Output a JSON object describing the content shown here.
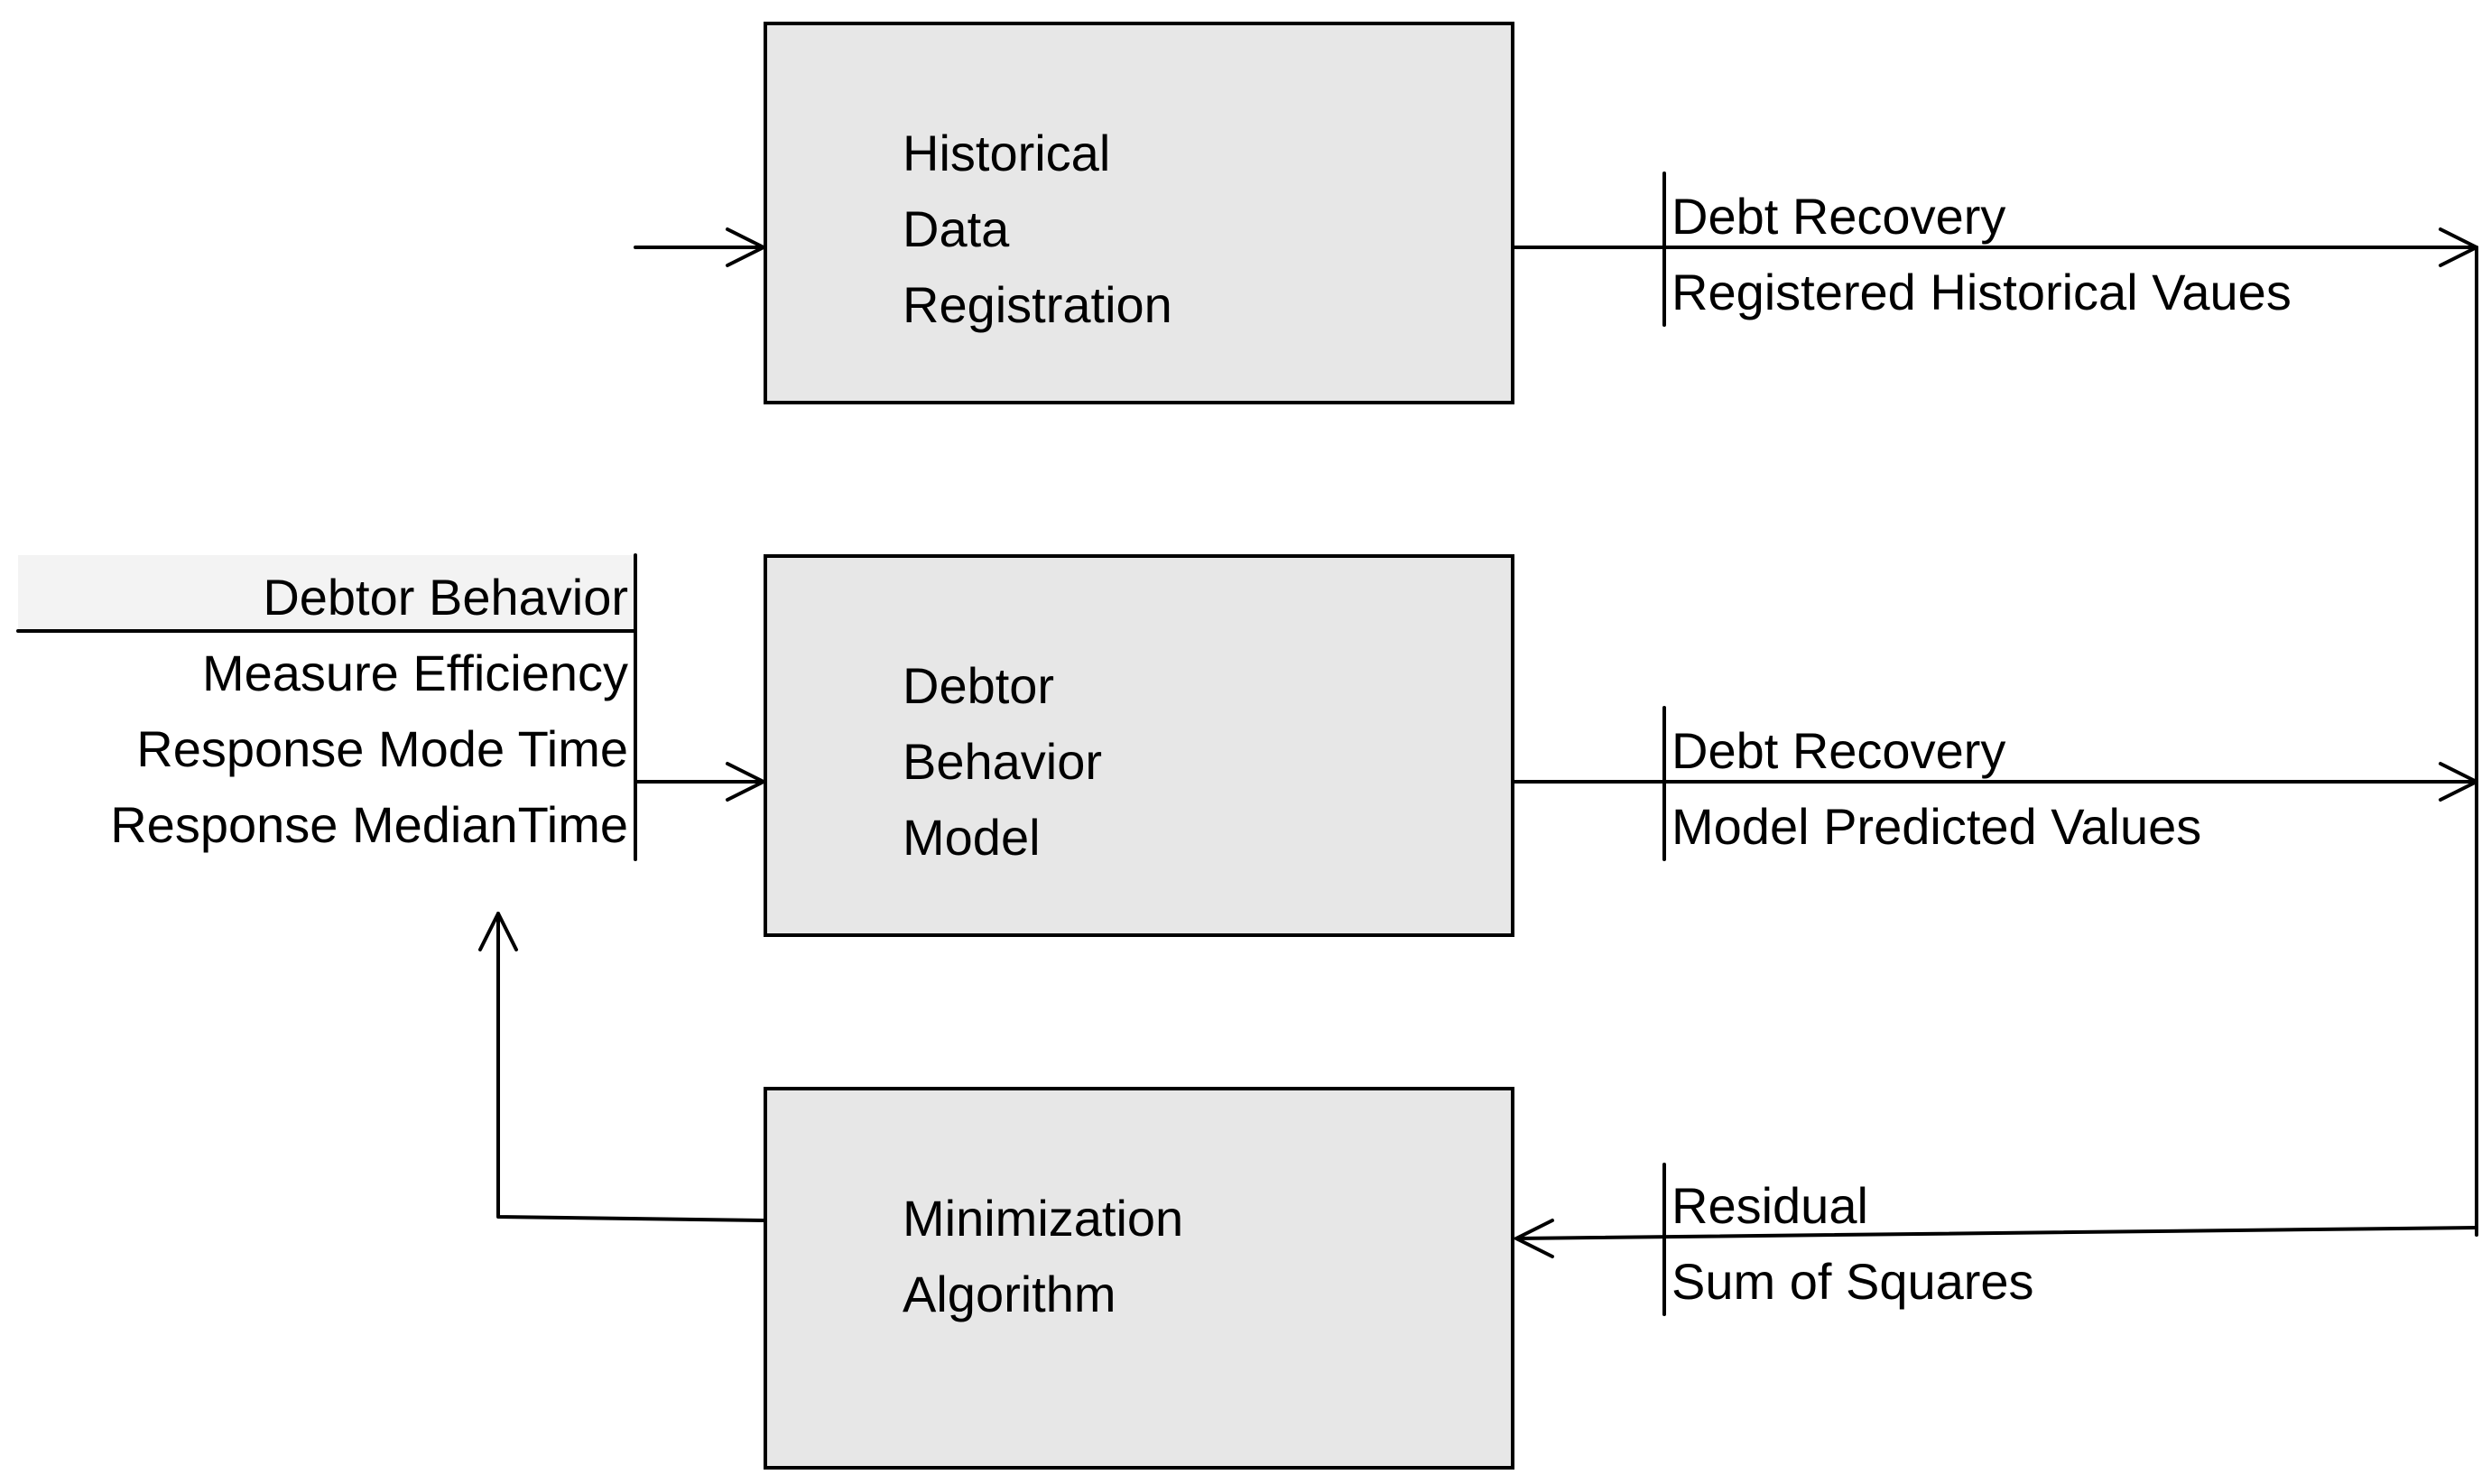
{
  "boxes": {
    "historical": {
      "lines": [
        "Historical",
        "Data",
        "Registration"
      ]
    },
    "model": {
      "lines": [
        "Debtor",
        "Behavior",
        "Model"
      ]
    },
    "minimization": {
      "lines": [
        "Minimization",
        "Algorithm"
      ]
    }
  },
  "flows": {
    "historical_output": {
      "top": "Debt Recovery",
      "bottom": "Registered Historical Vaues"
    },
    "model_output": {
      "top": "Debt Recovery",
      "bottom": "Model Predicted Values"
    },
    "residual": {
      "top": "Residual",
      "bottom": "Sum of Squares"
    }
  },
  "inputs": {
    "title": "Debtor Behavior",
    "items": [
      "Measure Efficiency",
      "Response Mode Time",
      "Response MedianTime"
    ]
  },
  "colors": {
    "box_fill": "#e7e7e7",
    "line": "#000000",
    "header_shade": "#f3f3f3"
  }
}
